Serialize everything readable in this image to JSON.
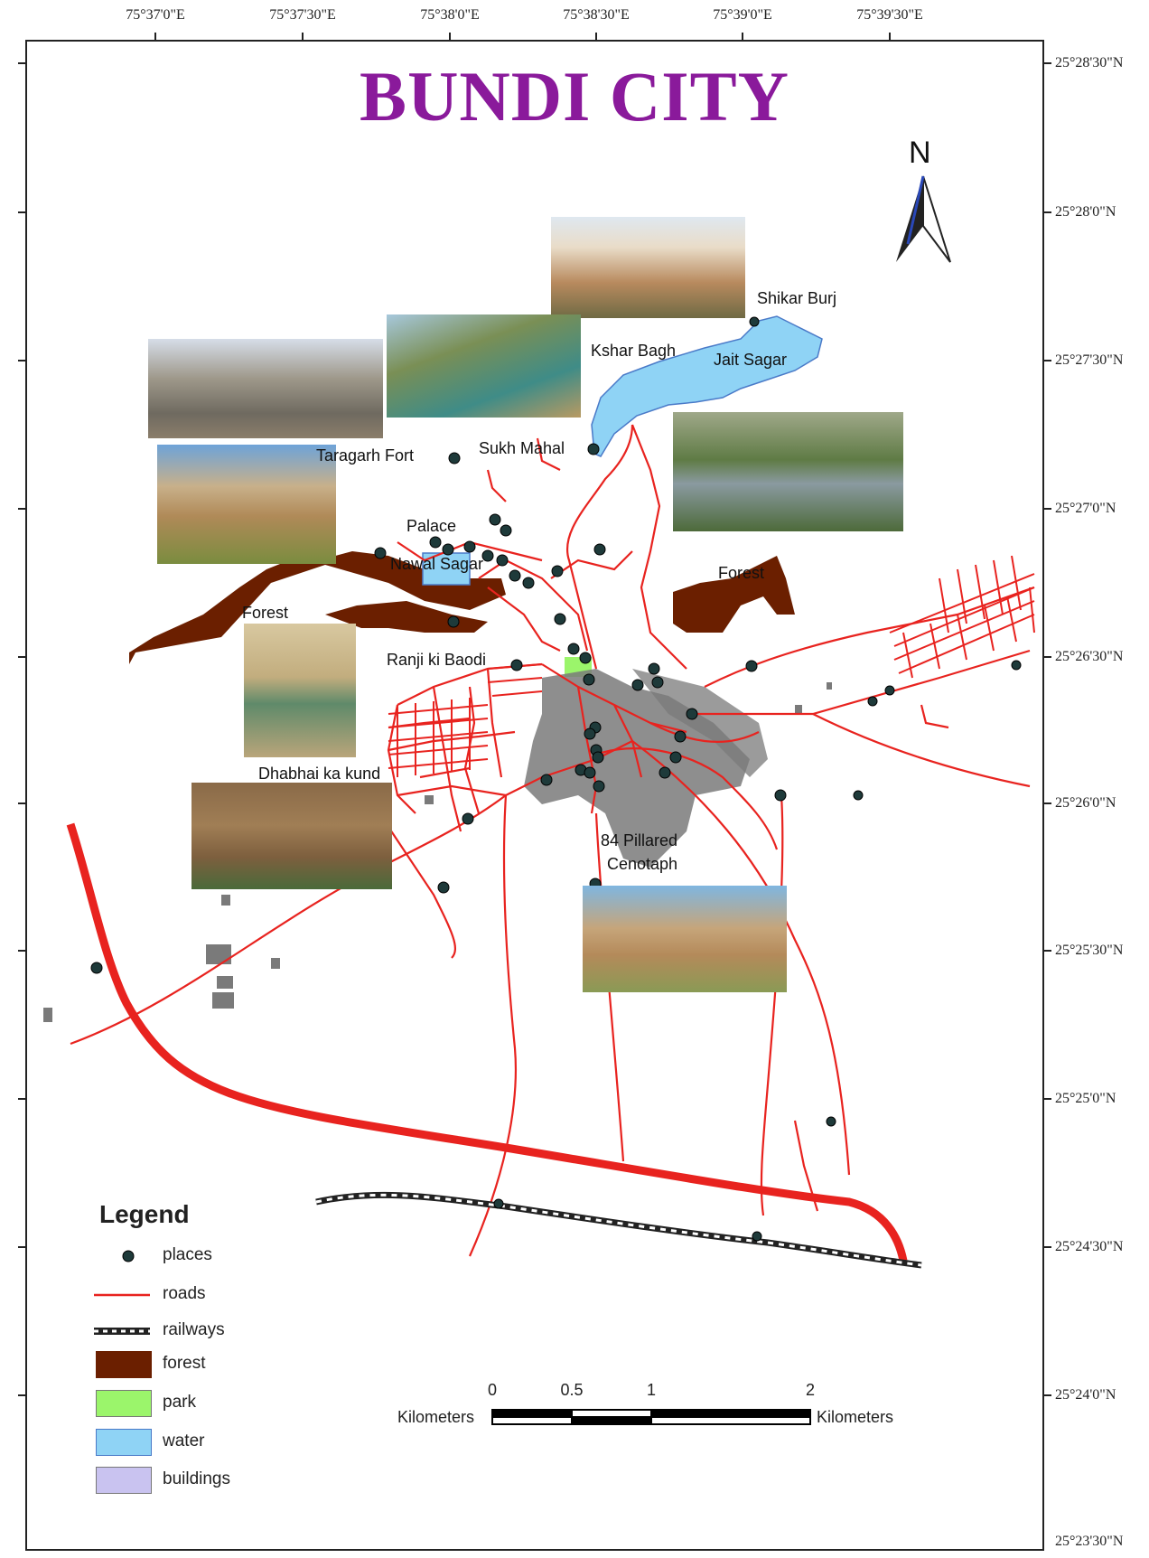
{
  "title": "BUNDI CITY",
  "north_label": "N",
  "graticule": {
    "top": [
      "75°37'0\"E",
      "75°37'30\"E",
      "75°38'0\"E",
      "75°38'30\"E",
      "75°39'0\"E",
      "75°39'30\"E"
    ],
    "right": [
      "25°28'30\"N",
      "25°28'0\"N",
      "25°27'30\"N",
      "25°27'0\"N",
      "25°26'30\"N",
      "25°26'0\"N",
      "25°25'30\"N",
      "25°25'0\"N",
      "25°24'30\"N",
      "25°24'0\"N",
      "25°23'30\"N"
    ]
  },
  "places": {
    "shikar_burj": "Shikar Burj",
    "kshar_bagh": "Kshar Bagh",
    "jait_sagar": "Jait Sagar",
    "sukh_mahal": "Sukh Mahal",
    "taragarh_fort": "Taragarh Fort",
    "palace": "Palace",
    "nawal_sagar": "Nawal Sagar",
    "forest_west": "Forest",
    "forest_east": "Forest",
    "ranji_ki_baodi": "Ranji ki Baodi",
    "dhabhai_ka_kund": "Dhabhai ka kund",
    "cenotaph_line1": "84 Pillared",
    "cenotaph_line2": "Cenotaph"
  },
  "legend": {
    "title": "Legend",
    "items": [
      {
        "label": "places",
        "color": "#1e3a3a"
      },
      {
        "label": "roads",
        "color": "#e8231f"
      },
      {
        "label": "railways",
        "color": "#222222"
      },
      {
        "label": "forest",
        "color": "#6b1f00"
      },
      {
        "label": "park",
        "color": "#9bf56b"
      },
      {
        "label": "water",
        "color": "#8fd3f5"
      },
      {
        "label": "buildings",
        "color": "#c9c3f0"
      }
    ]
  },
  "scale_bar": {
    "ticks": [
      "0",
      "0.5",
      "1",
      "2"
    ],
    "unit_left": "Kilometers",
    "unit_right": "Kilometers"
  },
  "colors": {
    "title": "#8a1a9b",
    "road": "#e8231f",
    "water": "#8fd3f5",
    "forest": "#6b1f00",
    "park": "#9bf56b",
    "building": "#7a7a7a",
    "place_dot": "#1e3a3a"
  }
}
